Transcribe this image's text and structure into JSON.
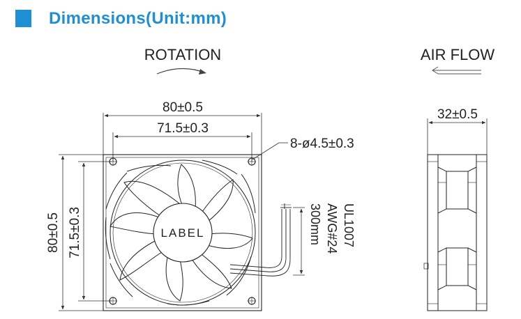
{
  "header": {
    "title": "Dimensions(Unit:mm)",
    "accent_color": "#1f8fd4"
  },
  "front_view": {
    "rotation_label": "ROTATION",
    "overall_width": "80±0.5",
    "hole_spacing_width": "71.5±0.3",
    "overall_height": "80±0.5",
    "hole_spacing_height": "71.5±0.3",
    "mounting_holes": "8-ø4.5±0.3",
    "center_label": "LABEL",
    "wire_spec": [
      "UL1007",
      "AWG#24",
      "300mm"
    ]
  },
  "side_view": {
    "airflow_label": "AIR FLOW",
    "depth": "32±0.5"
  }
}
